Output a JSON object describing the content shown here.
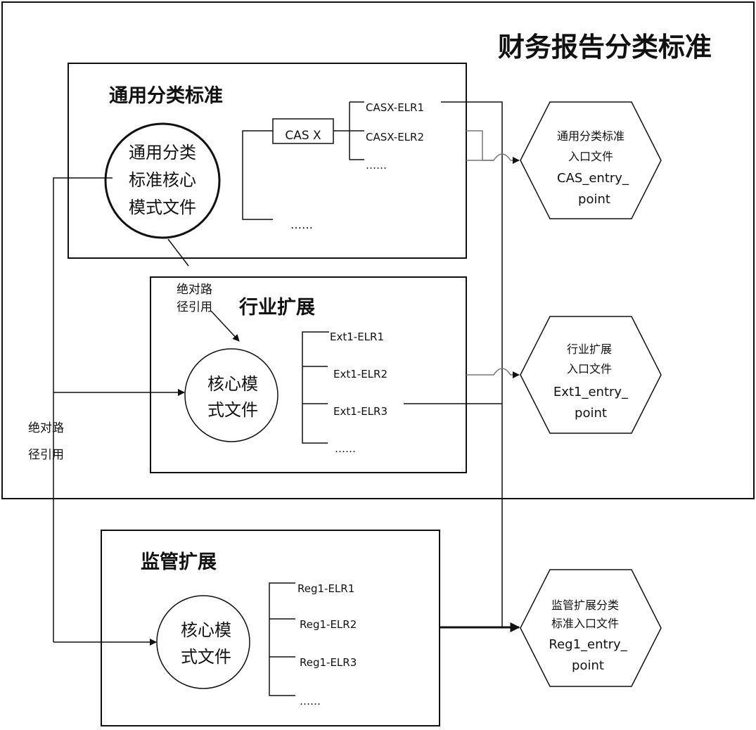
{
  "main_title": "财务报告分类标准",
  "general": {
    "title": "通用分类标准",
    "core_line1": "通用分类",
    "core_line2": "标准核心",
    "core_line3": "模式文件",
    "cas_box": "CAS X",
    "elr1": "CASX-ELR1",
    "elr2": "CASX-ELR2",
    "ellipsis_inner": "……",
    "ellipsis_outer": "……"
  },
  "industry": {
    "title": "行业扩展",
    "ref_line1": "绝对路",
    "ref_line2": "径引用",
    "core_line1": "核心模",
    "core_line2": "式文件",
    "elr1": "Ext1-ELR1",
    "elr2": "Ext1-ELR2",
    "elr3": "Ext1-ELR3",
    "ellipsis": "……"
  },
  "left_ref": {
    "line1": "绝对路",
    "line2": "径引用"
  },
  "regulatory": {
    "title": "监管扩展",
    "core_line1": "核心模",
    "core_line2": "式文件",
    "elr1": "Reg1-ELR1",
    "elr2": "Reg1-ELR2",
    "elr3": "Reg1-ELR3",
    "ellipsis": "……"
  },
  "entry_points": {
    "cas": {
      "line1": "通用分类标准",
      "line2": "入口文件",
      "line3": "CAS_entry_",
      "line4": "point"
    },
    "ext": {
      "line1": "行业扩展",
      "line2": "入口文件",
      "line3": "Ext1_entry_",
      "line4": "point"
    },
    "reg": {
      "line1": "监管扩展分类",
      "line2": "标准入口文件",
      "line3": "Reg1_entry_",
      "line4": "point"
    }
  }
}
